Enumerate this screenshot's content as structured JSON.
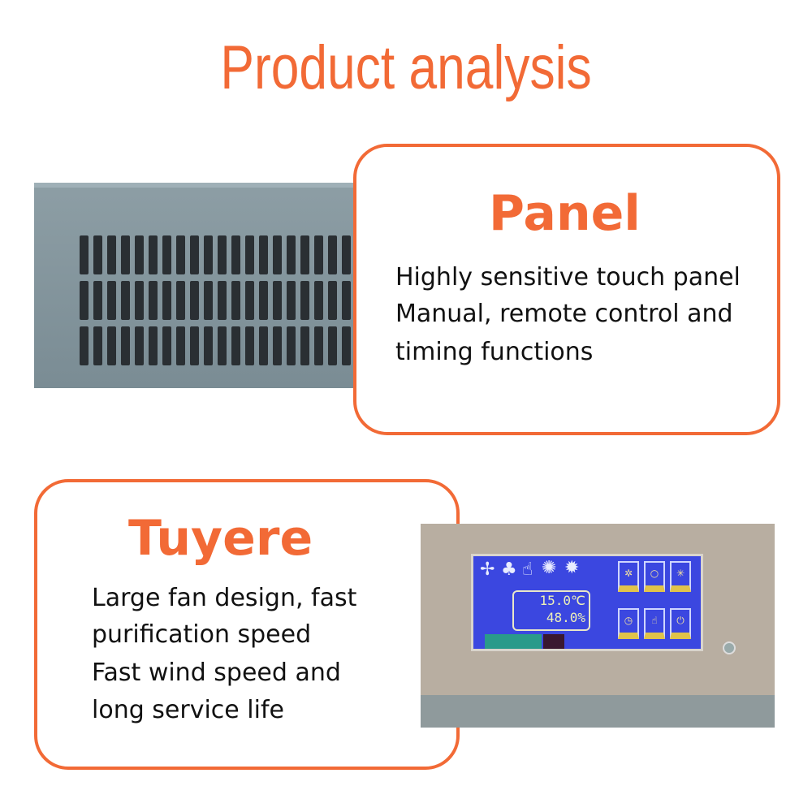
{
  "title": "Product analysis",
  "panel": {
    "heading": "Panel",
    "lines": [
      "Highly sensitive touch panel",
      "Manual, remote control and",
      "timing functions"
    ]
  },
  "tuyere": {
    "heading": "Tuyere",
    "lines": [
      "Large fan design, fast",
      "purification speed",
      "Fast wind speed and",
      "long service life"
    ]
  },
  "lcd": {
    "temperature": "15.0℃",
    "humidity": "48.0%"
  }
}
